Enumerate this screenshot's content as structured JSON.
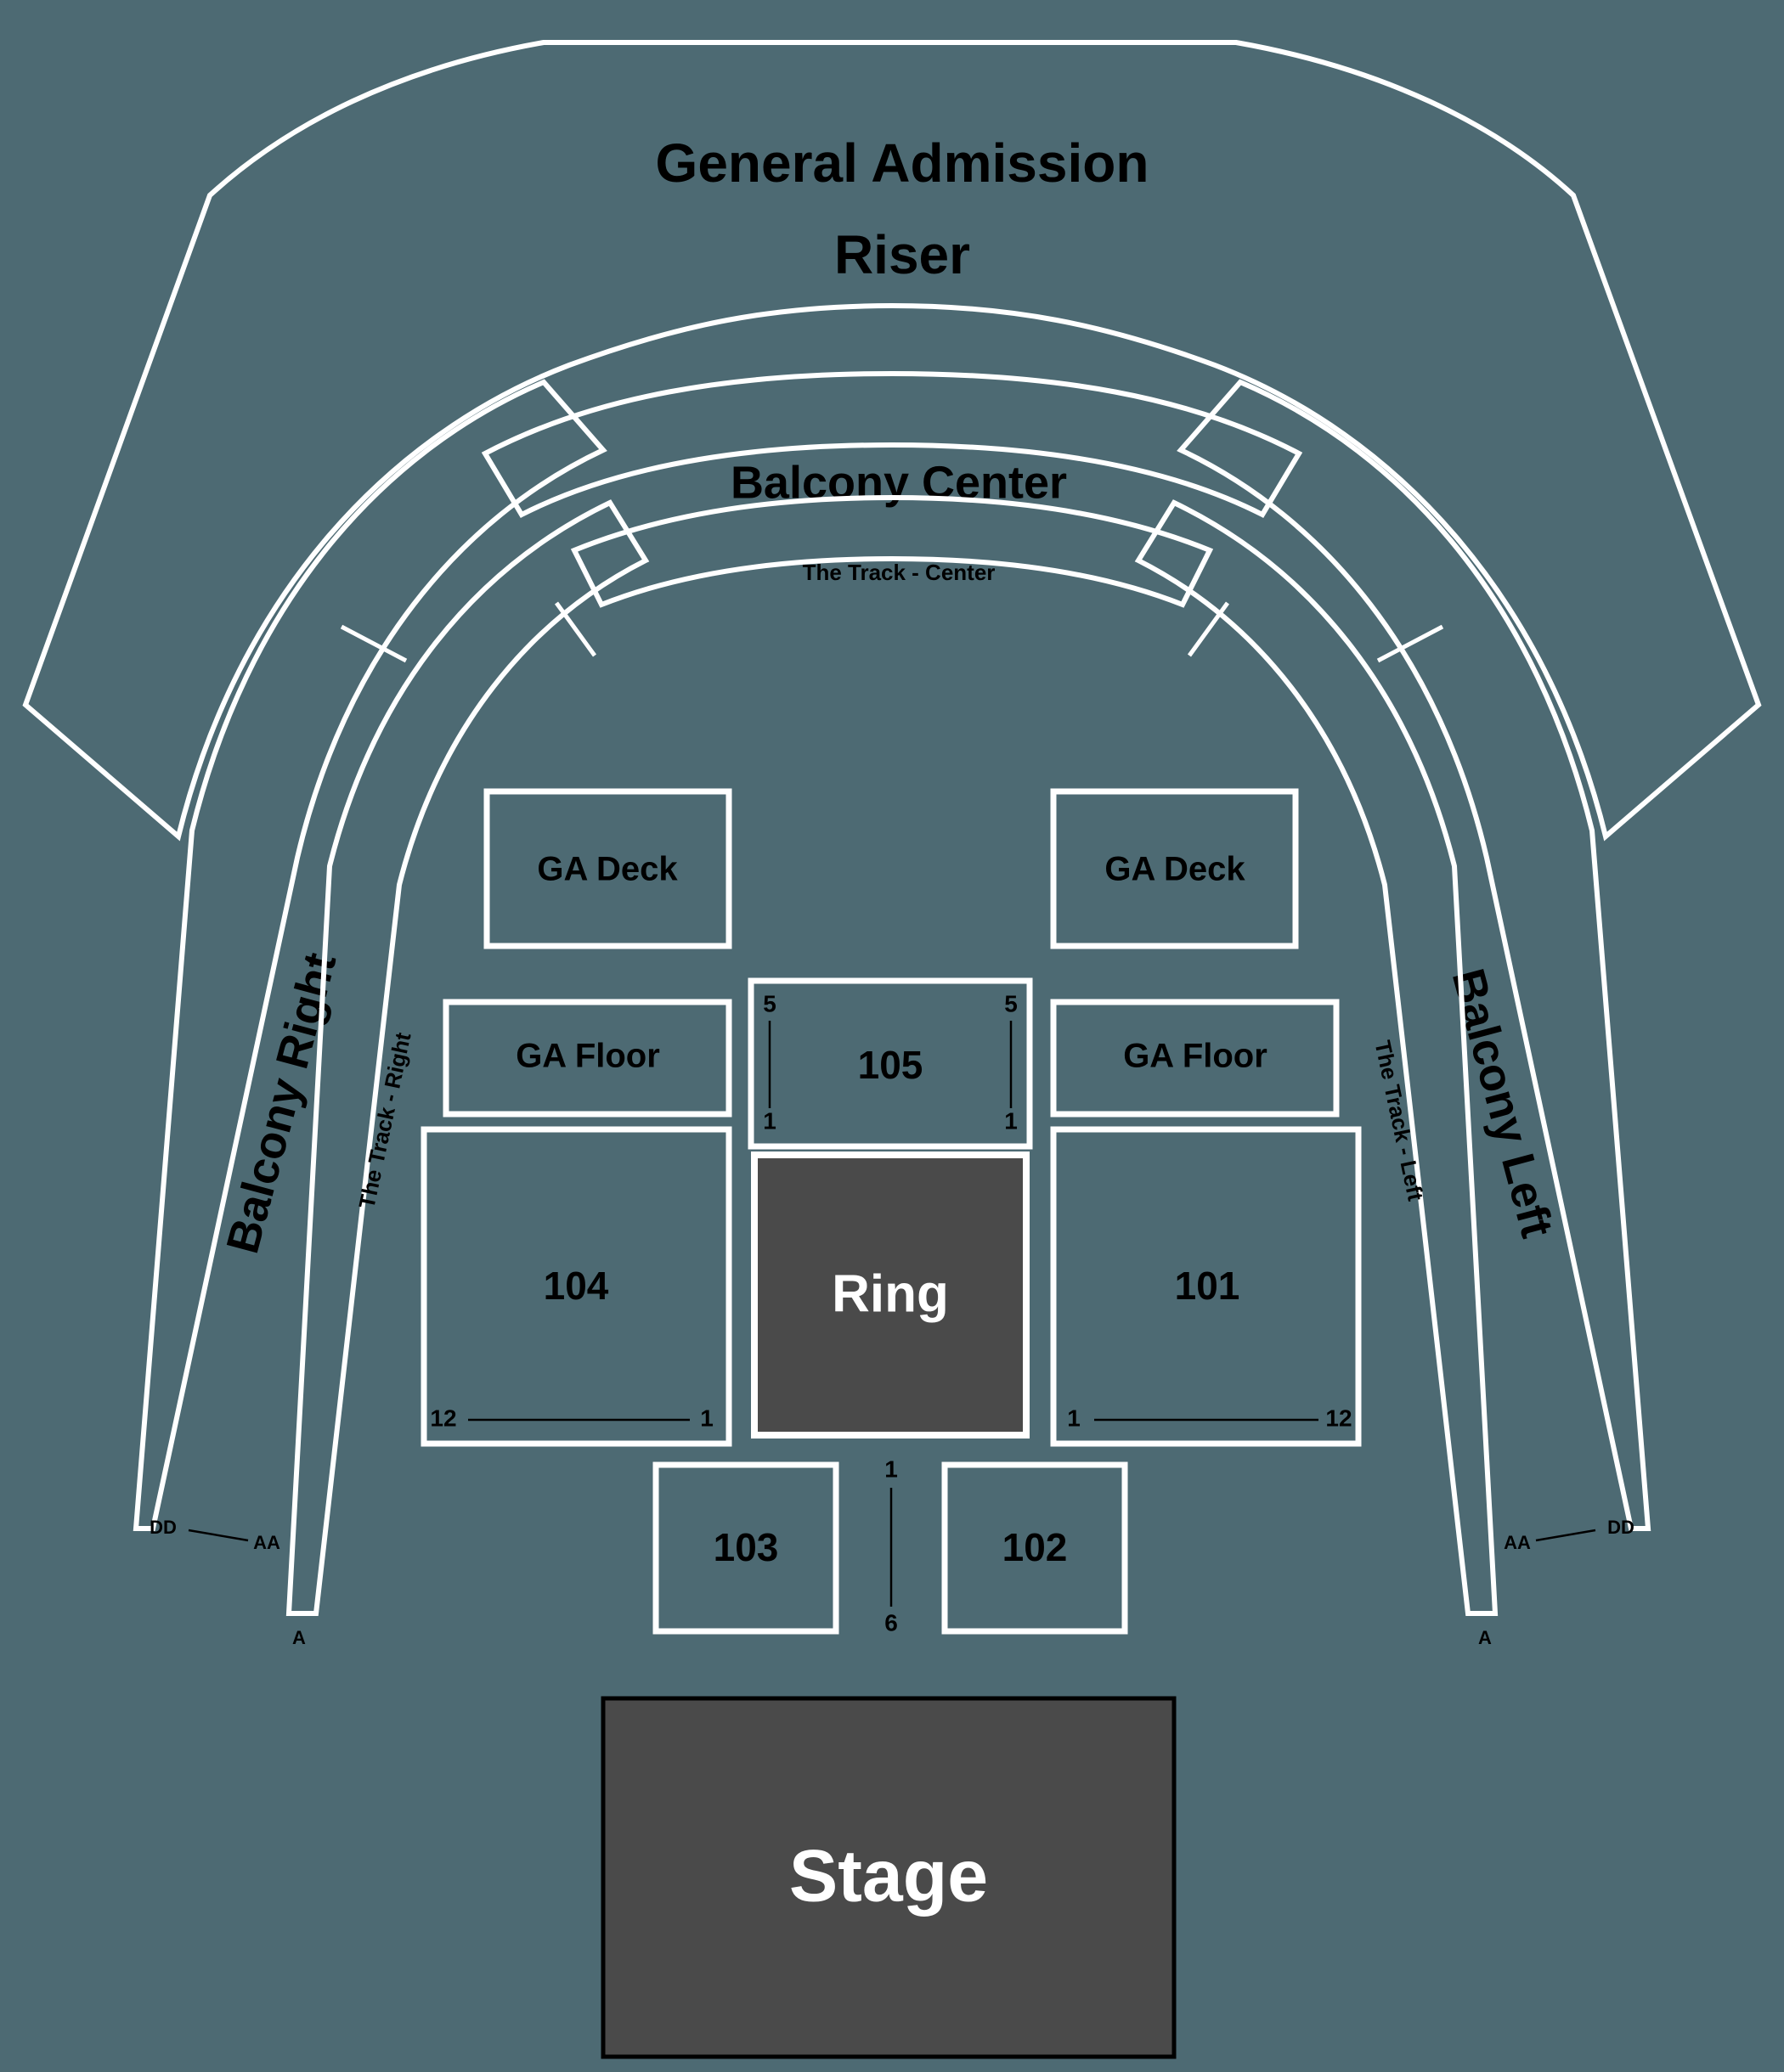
{
  "venue_map": {
    "background_color": "#4d6a73",
    "line_color": "#ffffff",
    "block_fill_color": "#4a4a4a",
    "text_color": "#000000",
    "sections": {
      "ga_riser": "General Admission",
      "ga_riser_line2": "Riser",
      "balcony_center": "Balcony Center",
      "track_center": "The Track - Center",
      "balcony_right": "Balcony Right",
      "balcony_left": "Balcony Left",
      "track_right": "The Track - Right",
      "track_left": "The Track - Left",
      "ga_deck_left": "GA Deck",
      "ga_deck_right": "GA Deck",
      "ga_floor_left": "GA Floor",
      "ga_floor_right": "GA Floor",
      "section_105": "105",
      "section_104": "104",
      "section_101": "101",
      "section_103": "103",
      "section_102": "102",
      "ring": "Ring",
      "stage": "Stage"
    },
    "row_markers": {
      "sec105_left_top": "5",
      "sec105_left_bottom": "1",
      "sec105_right_top": "5",
      "sec105_right_bottom": "1",
      "sec104_left": "12",
      "sec104_right": "1",
      "sec101_left": "1",
      "sec101_right": "12",
      "center_top": "1",
      "center_bottom": "6",
      "balcony_right_dd": "DD",
      "balcony_right_aa": "AA",
      "balcony_right_a": "A",
      "balcony_left_aa": "AA",
      "balcony_left_dd": "DD",
      "balcony_left_a": "A"
    }
  }
}
